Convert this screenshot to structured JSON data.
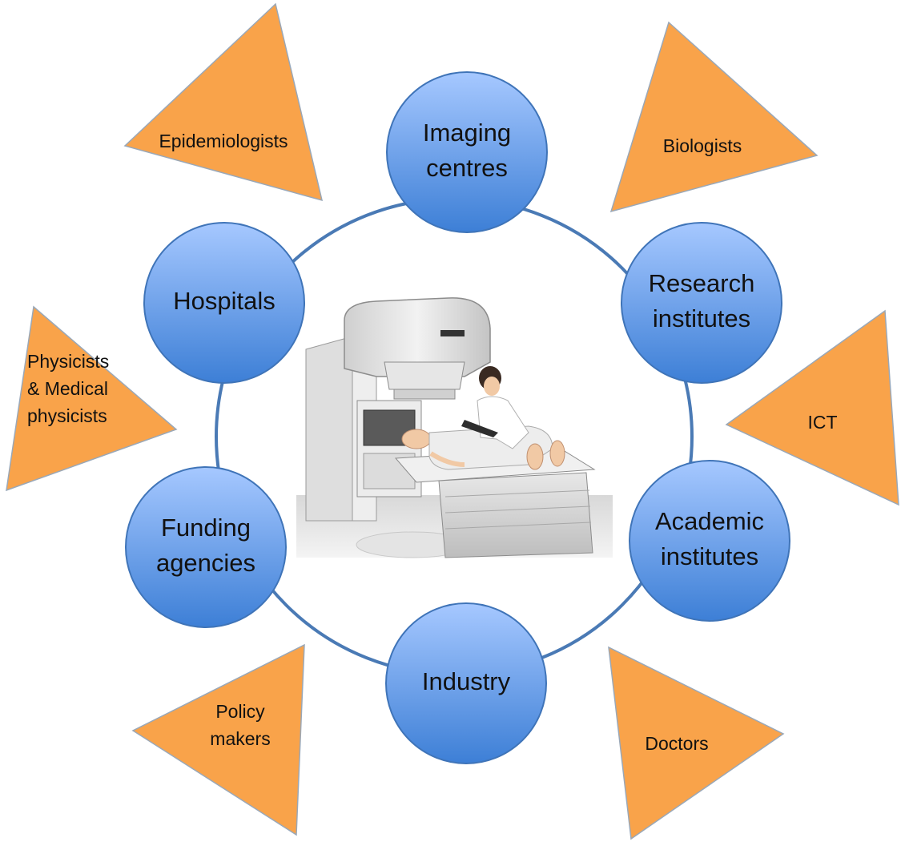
{
  "colors": {
    "ring": "#4a7ab5",
    "node_fill_top": "#a6c8ff",
    "node_fill_bottom": "#3d7fd6",
    "node_stroke": "#3f74b8",
    "triangle_fill": "#f9a34a",
    "triangle_stroke": "#9aa8b8"
  },
  "center_image": {
    "icon": "radiotherapy-linac-illustration"
  },
  "nodes": [
    {
      "id": "imaging-centres",
      "lines": [
        "Imaging",
        "centres"
      ]
    },
    {
      "id": "research-institutes",
      "lines": [
        "Research",
        "institutes"
      ]
    },
    {
      "id": "academic-institutes",
      "lines": [
        "Academic",
        "institutes"
      ]
    },
    {
      "id": "industry",
      "lines": [
        "Industry"
      ]
    },
    {
      "id": "funding-agencies",
      "lines": [
        "Funding",
        "agencies"
      ]
    },
    {
      "id": "hospitals",
      "lines": [
        "Hospitals"
      ]
    }
  ],
  "triangles": [
    {
      "id": "epidemiologists",
      "lines": [
        "Epidemiologists"
      ]
    },
    {
      "id": "biologists",
      "lines": [
        "Biologists"
      ]
    },
    {
      "id": "physicists",
      "lines": [
        "Physicists",
        "& Medical",
        "physicists"
      ]
    },
    {
      "id": "ict",
      "lines": [
        "ICT"
      ]
    },
    {
      "id": "policy-makers",
      "lines": [
        "Policy",
        "makers"
      ]
    },
    {
      "id": "doctors",
      "lines": [
        "Doctors"
      ]
    }
  ]
}
